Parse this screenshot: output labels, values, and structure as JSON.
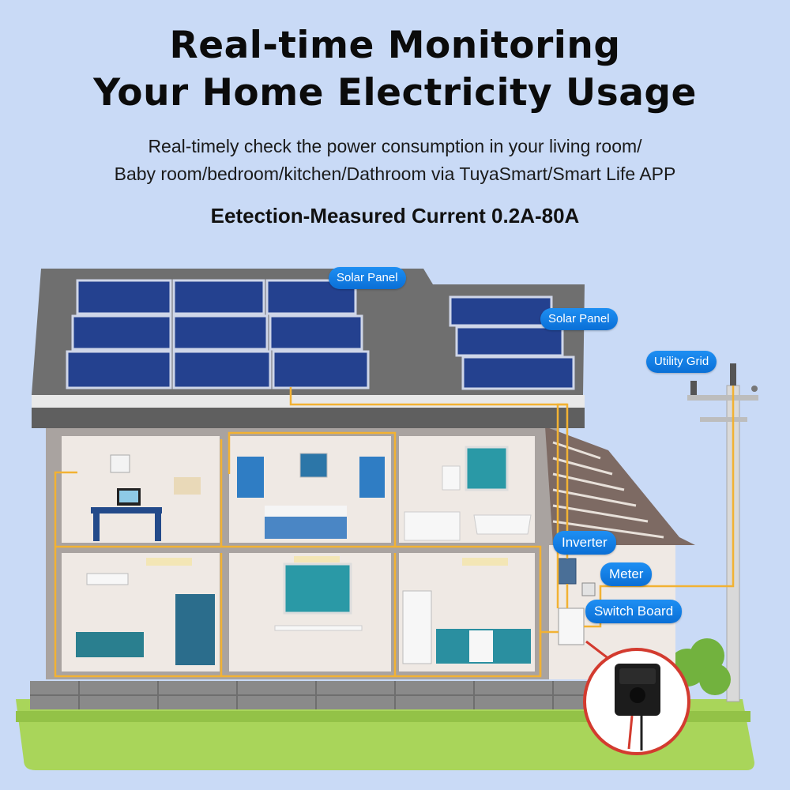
{
  "header": {
    "title_line1": "Real-time Monitoring",
    "title_line2": "Your Home Electricity Usage",
    "subtitle_line1": "Real-timely check the power consumption in your living room/",
    "subtitle_line2": "Baby room/bedroom/kitchen/Dathroom via TuyaSmart/Smart Life APP",
    "spec": "Eetection-Measured Current 0.2A-80A"
  },
  "labels": {
    "solar_panel_roof": "Solar Panel",
    "solar_panel_side": "Solar Panel",
    "utility_grid": "Utility Grid",
    "inverter": "Inverter",
    "meter": "Meter",
    "switch_board": "Switch Board"
  },
  "colors": {
    "background": "#c9daf6",
    "tag_blue": "#1e8ff3",
    "wire": "#f2b233",
    "panel": "#24418f",
    "roof": "#6f6f6f",
    "grass": "#a9d55a"
  }
}
